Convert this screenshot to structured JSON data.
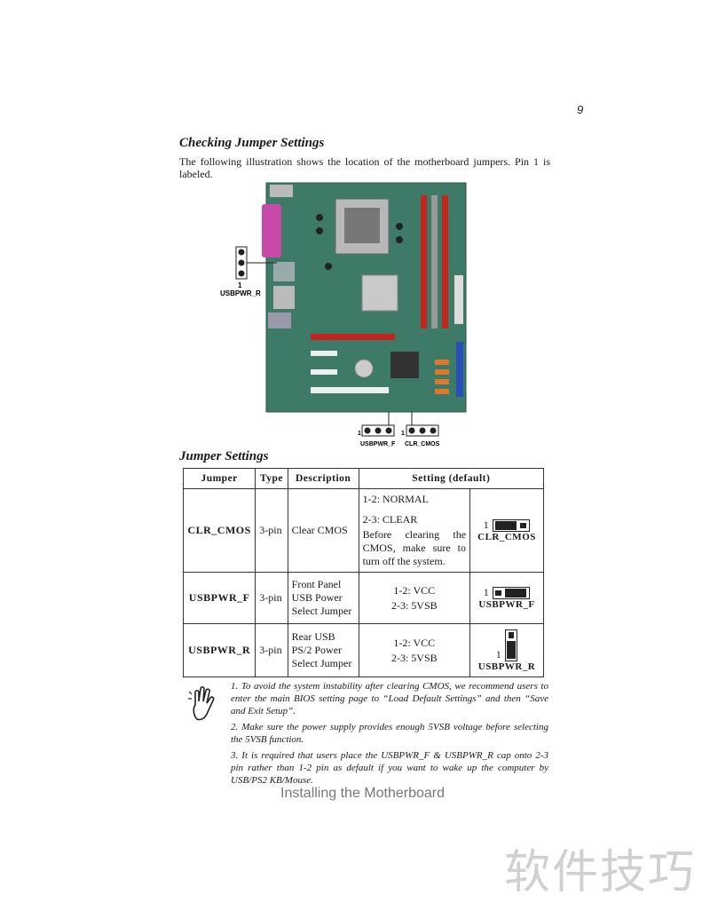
{
  "page_number": "9",
  "section1": {
    "title": "Checking Jumper Settings",
    "intro": "The following illustration shows the location of the motherboard jumpers. Pin 1 is labeled."
  },
  "figure": {
    "label_pin1": "1",
    "label_usbpwr_r": "USBPWR_R",
    "label_usbpwr_f": "USBPWR_F",
    "label_clr_cmos": "CLR_CMOS"
  },
  "section2": {
    "title": "Jumper Settings"
  },
  "table": {
    "headers": [
      "Jumper",
      "Type",
      "Description",
      "Setting (default)"
    ],
    "rows": [
      {
        "jumper": "CLR_CMOS",
        "type": "3-pin",
        "description": "Clear CMOS",
        "setting_1": "1-2:  NORMAL",
        "setting_2": "2-3:  CLEAR",
        "setting_note": "Before clearing the CMOS, make sure to turn off the system.",
        "diagram_pin": "1",
        "diagram_label": "CLR_CMOS"
      },
      {
        "jumper": "USBPWR_F",
        "type": "3-pin",
        "description": "Front Panel USB Power Select Jumper",
        "setting_1": "1-2: VCC",
        "setting_2": "2-3: 5VSB",
        "diagram_pin": "1",
        "diagram_label": "USBPWR_F"
      },
      {
        "jumper": "USBPWR_R",
        "type": "3-pin",
        "description": "Rear USB PS/2 Power Select Jumper",
        "setting_1": "1-2: VCC",
        "setting_2": "2-3: 5VSB",
        "diagram_pin": "1",
        "diagram_label": "USBPWR_R"
      }
    ]
  },
  "notes": [
    "1. To avoid the system instability after clearing CMOS, we recommend users to enter the main BIOS setting page to “Load Default Settings” and then “Save and Exit Setup”.",
    "2. Make sure the power supply provides enough 5VSB voltage before selecting the 5VSB function.",
    "3. It is required that users place the USBPWR_F & USBPWR_R cap onto 2-3 pin rather than 1-2 pin as default if you want to wake up the computer by USB/PS2 KB/Mouse."
  ],
  "footer": "Installing the Motherboard",
  "watermark": "软件技巧",
  "colors": {
    "pcb": "#3e7a68",
    "slot_red": "#c4261e",
    "connector_orange": "#e0782a",
    "connector_blue": "#2a4fb8",
    "parallel_port": "#c84aa8"
  }
}
